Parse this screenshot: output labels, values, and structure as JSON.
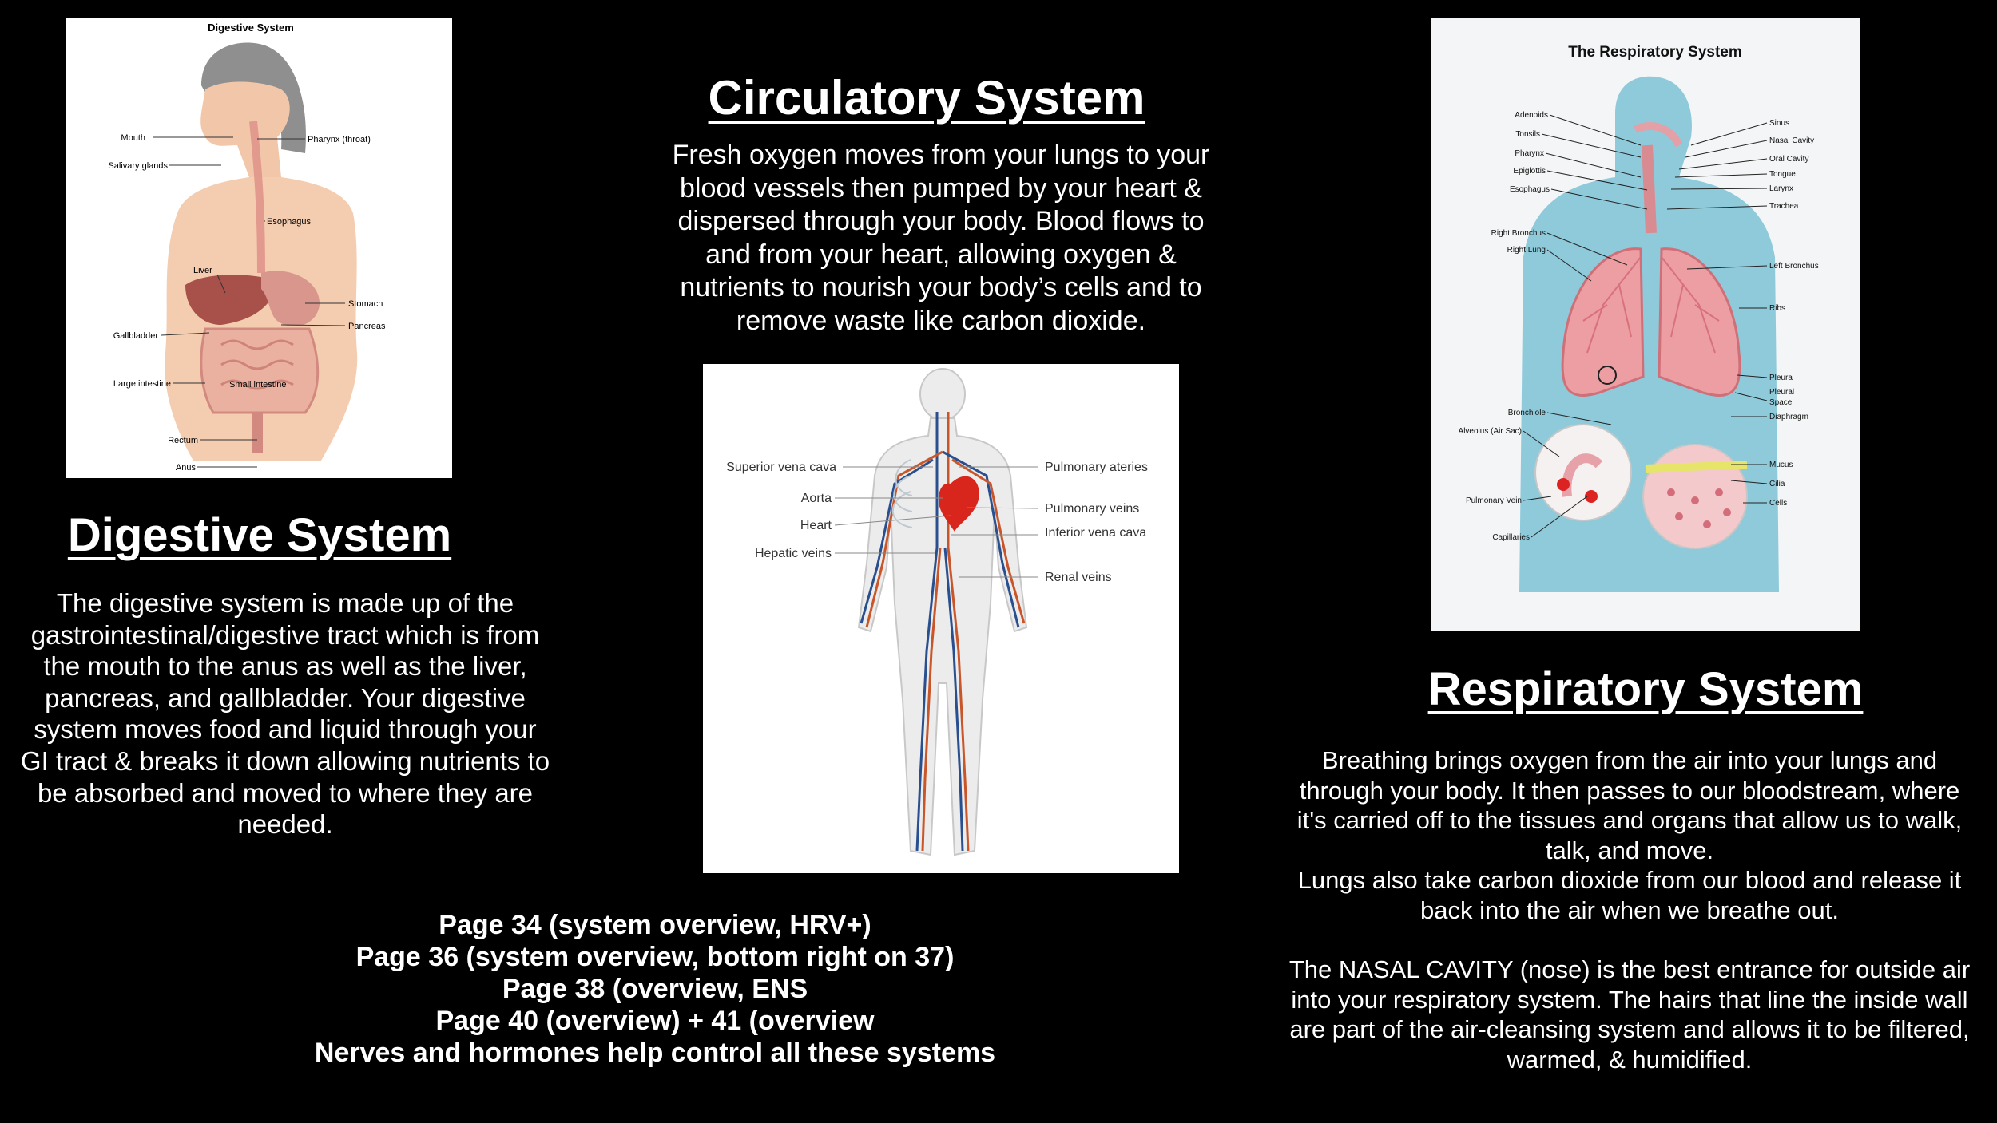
{
  "digestive": {
    "image_title": "Digestive System",
    "labels": {
      "mouth": "Mouth",
      "salivary": "Salivary glands",
      "pharynx": "Pharynx (throat)",
      "esophagus": "Esophagus",
      "liver": "Liver",
      "stomach": "Stomach",
      "pancreas": "Pancreas",
      "gallbladder": "Gallbladder",
      "large_intestine": "Large intestine",
      "small_intestine": "Small intestine",
      "rectum": "Rectum",
      "anus": "Anus"
    },
    "heading": "Digestive System",
    "text": "The digestive system is made up of the gastrointestinal/digestive tract which is from the mouth to the anus as well as the liver, pancreas, and gallbladder. Your digestive system moves food and liquid through your GI tract & breaks it down allowing nutrients to be absorbed and moved to where they are needed."
  },
  "circulatory": {
    "heading": "Circulatory System",
    "text": "Fresh oxygen moves from your lungs to your blood vessels then pumped by your heart & dispersed through your body. Blood flows to and from your heart, allowing oxygen & nutrients to nourish your body’s cells and to remove waste like carbon dioxide.",
    "labels": {
      "superior_vena_cava": "Superior vena cava",
      "aorta": "Aorta",
      "heart": "Heart",
      "hepatic_veins": "Hepatic veins",
      "pulmonary_ateries": "Pulmonary ateries",
      "pulmonary_veins": "Pulmonary veins",
      "inferior_vena_cava": "Inferior vena cava",
      "renal_veins": "Renal veins"
    }
  },
  "respiratory": {
    "image_title": "The Respiratory System",
    "labels": {
      "adenoids": "Adenoids",
      "tonsils": "Tonsils",
      "pharynx": "Pharynx",
      "epiglottis": "Epiglottis",
      "esophagus": "Esophagus",
      "right_bronchus": "Right Bronchus",
      "right_lung": "Right Lung",
      "bronchiole": "Bronchiole",
      "alveolus": "Alveolus (Air Sac)",
      "pulmonary_vein": "Pulmonary Vein",
      "capillaries": "Capillaries",
      "sinus": "Sinus",
      "nasal_cavity": "Nasal Cavity",
      "oral_cavity": "Oral Cavity",
      "tongue": "Tongue",
      "larynx": "Larynx",
      "trachea": "Trachea",
      "left_bronchus": "Left Bronchus",
      "ribs": "Ribs",
      "pleura": "Pleura",
      "pleural": "Pleural",
      "space": "Space",
      "diaphragm": "Diaphragm",
      "mucus": "Mucus",
      "cilia": "Cilia",
      "cells": "Cells"
    },
    "heading": "Respiratory System",
    "paragraph1": "Breathing brings oxygen from the air into your lungs and through your body. It then passes to our bloodstream, where it's carried off to the tissues and organs that allow us to walk, talk, and move.",
    "paragraph2": "Lungs also take carbon dioxide from our blood and release it back into the air when we breathe out.",
    "paragraph3": "The NASAL CAVITY (nose) is the best entrance for outside air into your respiratory system. The hairs that line the inside wall are part of the air-cleansing system and allows it to be filtered, warmed, & humidified."
  },
  "footer": {
    "lines": [
      "Page 34 (system overview, HRV+)",
      "Page 36 (system overview, bottom right on 37)",
      "Page 38 (overview, ENS",
      "Page 40 (overview) + 41 (overview",
      "Nerves and hormones help control all these systems"
    ]
  }
}
